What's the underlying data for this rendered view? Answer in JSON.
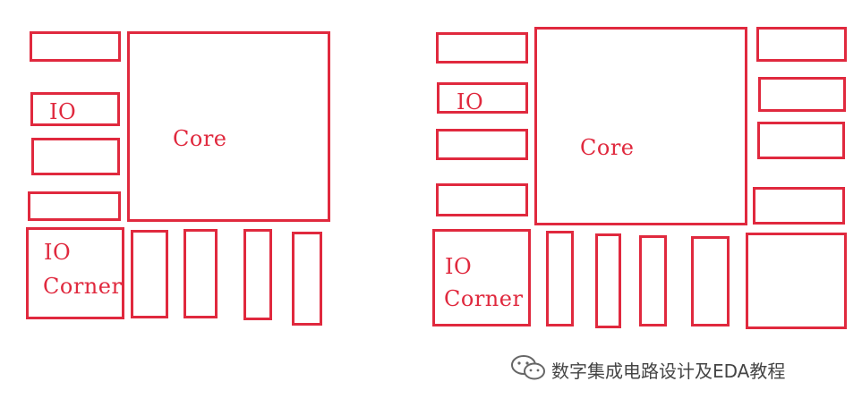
{
  "left_diagram": {
    "core_label": "Core",
    "io_label": "IO",
    "io_corner_line1": "IO",
    "io_corner_line2": "Corner"
  },
  "right_diagram": {
    "core_label": "Core",
    "io_label": "IO",
    "io_corner_line1": "IO",
    "io_corner_line2": "Corner"
  },
  "watermark": {
    "icon": "wechat-icon",
    "text": "数字集成电路设计及EDA教程"
  },
  "colors": {
    "outline": "#e0293e",
    "watermark_text": "#444444"
  }
}
